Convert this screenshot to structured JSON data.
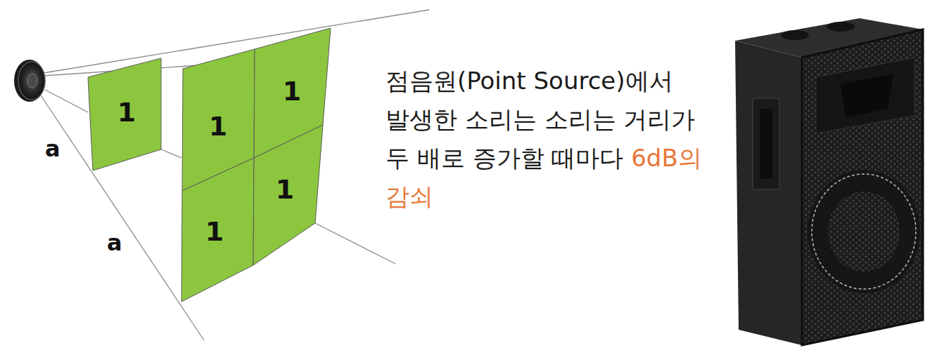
{
  "diagram": {
    "nodes": [
      {
        "text": [
          "1"
        ]
      },
      {
        "text": [
          "1"
        ]
      },
      {
        "text": [
          "1"
        ]
      },
      {
        "text": [
          "1"
        ]
      },
      {
        "text": [
          "1"
        ]
      }
    ],
    "labels": [
      "a",
      "a",
      "점음원(Point Source)에서 발생한 소리는 소리는 거리가 두 배로 증가할 때마다",
      "6dB의 감쇠"
    ]
  }
}
